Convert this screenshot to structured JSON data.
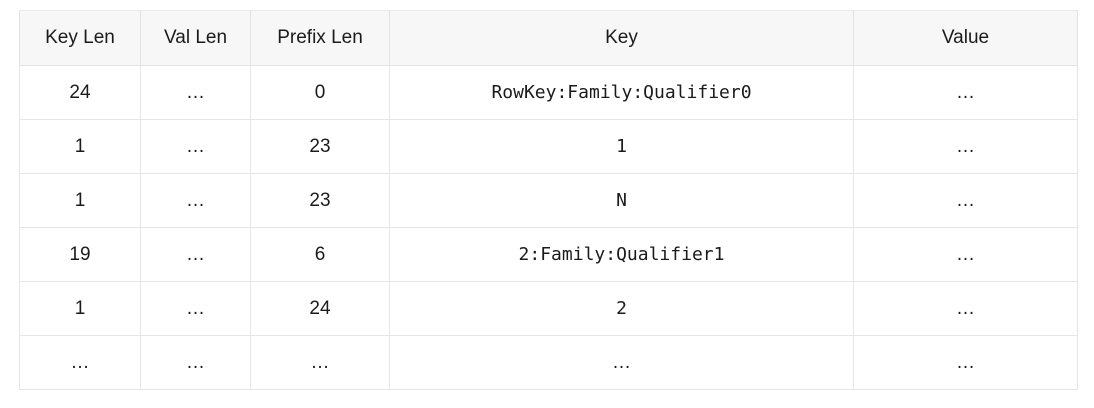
{
  "table": {
    "columns": [
      {
        "id": "key_len",
        "label": "Key Len"
      },
      {
        "id": "val_len",
        "label": "Val Len"
      },
      {
        "id": "prefix_len",
        "label": "Prefix Len"
      },
      {
        "id": "key",
        "label": "Key"
      },
      {
        "id": "value",
        "label": "Value"
      }
    ],
    "rows": [
      {
        "key_len": "24",
        "val_len": "…",
        "prefix_len": "0",
        "key": "RowKey:Family:Qualifier0",
        "value": "…"
      },
      {
        "key_len": "1",
        "val_len": "…",
        "prefix_len": "23",
        "key": "1",
        "value": "…"
      },
      {
        "key_len": "1",
        "val_len": "…",
        "prefix_len": "23",
        "key": "N",
        "value": "…"
      },
      {
        "key_len": "19",
        "val_len": "…",
        "prefix_len": "6",
        "key": "2:Family:Qualifier1",
        "value": "…"
      },
      {
        "key_len": "1",
        "val_len": "…",
        "prefix_len": "24",
        "key": "2",
        "value": "…"
      },
      {
        "key_len": "…",
        "val_len": "…",
        "prefix_len": "…",
        "key": "…",
        "value": "…"
      }
    ]
  },
  "colors": {
    "header_background": "#f7f7f7",
    "cell_background": "#ffffff",
    "border": "#e6e6e6",
    "text": "#1b1b1b"
  }
}
